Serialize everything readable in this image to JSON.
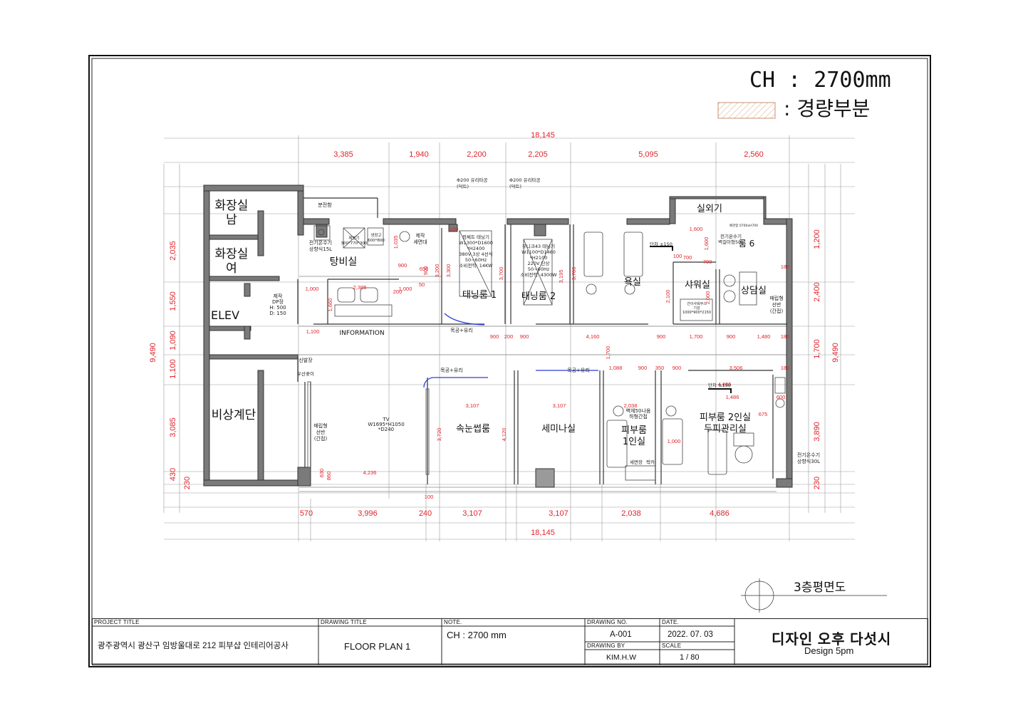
{
  "legend": {
    "ceiling_height": "CH  :  2700mm",
    "lightweight_label": ":  경량부분"
  },
  "view_name": "3층평면도",
  "dimensions": {
    "total": "18,145",
    "top": [
      "3,385",
      "1,940",
      "2,200",
      "2,205",
      "5,095",
      "2,560"
    ],
    "bottom": [
      "570",
      "3,996",
      "240",
      "3,107",
      "3,107",
      "2,038",
      "4,686"
    ],
    "left_total": "9,490",
    "left": [
      "2,035",
      "1,550",
      "1,090",
      "1,100",
      "3,085",
      "430",
      "230"
    ],
    "right_total": "9,490",
    "right": [
      "1,200",
      "2,400",
      "1,700",
      "3,890",
      "230"
    ],
    "inner": [
      "2,385",
      "1,000",
      "1,100",
      "1,000",
      "900",
      "200",
      "900",
      "900",
      "200",
      "900",
      "4,160",
      "900",
      "1,700",
      "900",
      "1,480",
      "180",
      "180",
      "180",
      "1,088",
      "900",
      "350",
      "900",
      "3,506",
      "3,107",
      "3,107",
      "3,720",
      "4,120",
      "4,236",
      "2,038",
      "1,000",
      "1,486",
      "675",
      "600",
      "1,600",
      "1,600",
      "700",
      "700",
      "100",
      "2,100",
      "2,000",
      "1,700",
      "3,300",
      "3,200",
      "3,700",
      "3,195",
      "3,700",
      "1,035",
      "1,660",
      "100",
      "200",
      "50",
      "650",
      "630",
      "860",
      "100",
      "1,100"
    ]
  },
  "rooms": {
    "toilet_men": [
      "화장실",
      "남"
    ],
    "toilet_women": [
      "화장실",
      "여"
    ],
    "elevator": "ELEV",
    "emergency_stairs": "비상계단",
    "pantry": "탕비실",
    "information": "INFORMATION",
    "tanning1": "태닝룸 1",
    "tanning2": "태닝룸 2",
    "bath": "욕실",
    "room6": "룸 6",
    "shower": "샤워실",
    "consult": "상담실",
    "outdoor_unit": "실외기",
    "eyelash": "속눈썹룸",
    "seminar": "세미나실",
    "skin1": [
      "피부룸",
      "1인실"
    ],
    "skin2": [
      "피부룸 2인실",
      "두피관리실"
    ]
  },
  "notes": {
    "panel": "분전함",
    "water_heater_15l": [
      "전기온수기",
      "상향식15L"
    ],
    "ice_maker": [
      "제빙기",
      "300*770*300"
    ],
    "fridge": [
      "냉장고",
      "600*800"
    ],
    "sink": [
      "제작",
      "세면대"
    ],
    "dp_cabinet": [
      "제작",
      "DP장",
      "H: 500",
      "D: 150"
    ],
    "shoe_cabinet": "신발장",
    "umbrella": "우산꽂이",
    "built_in_shelf_left": [
      "매립형",
      "선반",
      "(간접)"
    ],
    "tv": [
      "TV",
      "W1695*H1050",
      "*D240"
    ],
    "duct1": [
      "Φ200 유리타공",
      "(덕트)"
    ],
    "duct2": [
      "Φ200 유리타공",
      "(덕트)"
    ],
    "tanning1_spec": [
      "컴체트 태닝기",
      "W1300*D1600",
      "*H2400",
      "380V 3상 4선식",
      "50~60Hz",
      "소비전력: 14KW"
    ],
    "tanning2_spec": [
      "유니크43 태닝기",
      "W1100*D1460",
      "*H2100",
      "220V 단상",
      "50~60Hz",
      "소비전력: 4300W"
    ],
    "step1": "단차 ±150",
    "step2": "단차 ±150",
    "water_heater_wall": [
      "전기온수기",
      "벽걸이형50L"
    ],
    "shower_booth": [
      "간이샤워부스",
      "기성",
      "1000*900*2150"
    ],
    "built_in_shelf_right": [
      "매립형",
      "선반",
      "(간접)"
    ],
    "wood_glass": "목공+유리",
    "wood_glass2": "목공+유리",
    "wood_glass3": "목공+유리",
    "water_heater_30l": [
      "전기온수기",
      "상향식30L"
    ],
    "lower_cabinet": [
      "벽체50나옴",
      "하형간접"
    ],
    "vanity": "세면장",
    "locker": "락카",
    "drawing_small": "배관함 0700xH700"
  },
  "titleblock": {
    "project_title_label": "PROJECT TITLE",
    "project_title": "광주광역시 광산구 임방울대로 212 피부샵 인테리어공사",
    "drawing_title_label": "DRAWING TITLE",
    "drawing_title": "FLOOR PLAN 1",
    "note_label": "NOTE.",
    "note": "CH : 2700 mm",
    "drawing_no_label": "DRAWING NO.",
    "drawing_no": "A-001",
    "date_label": "DATE.",
    "date": "2022. 07. 03",
    "drawing_by_label": "DRAWING BY",
    "drawing_by": "KIM.H.W",
    "scale_label": "SCALE",
    "scale": "1  /  80",
    "company_kr": "디자인 오후 다섯시",
    "company_en": "Design 5pm"
  },
  "colors": {
    "wall": "#7a7a7a",
    "dim_red": "#e0232a",
    "line": "#222222",
    "furniture": "#444444"
  }
}
